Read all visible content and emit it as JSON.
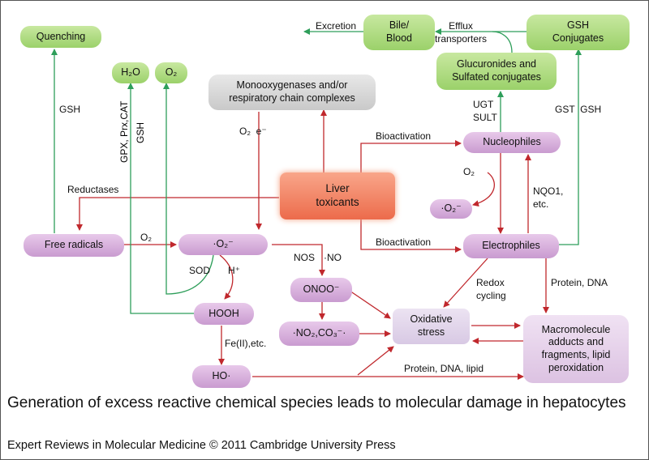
{
  "nodes": {
    "quenching": "Quenching",
    "h2o": "H₂O",
    "o2": "O₂",
    "monooxygenases": "Monooxygenases and/or\nrespiratory chain complexes",
    "bile_blood": "Bile/\nBlood",
    "gsh_conjugates": "GSH\nConjugates",
    "glucuronides": "Glucuronides and\nSulfated conjugates",
    "nucleophiles": "Nucleophiles",
    "liver_toxicants": "Liver\ntoxicants",
    "superoxide_small": "·O₂⁻",
    "free_radicals": "Free radicals",
    "superoxide": "·O₂⁻",
    "electrophiles": "Electrophiles",
    "oonoo": "ONOO⁻",
    "hooh": "HOOH",
    "no2_co3": "·NO₂,CO₃⁻·",
    "oxidative_stress": "Oxidative\nstress",
    "macromolecule": "Macromolecule\nadducts and\nfragments, lipid\nperoxidation",
    "ho": "HO·"
  },
  "labels": {
    "excretion": "Excretion",
    "efflux": "Efflux\ntransporters",
    "gsh_quench": "GSH",
    "gpx": "GPX, Prx,CAT",
    "gsh_h2o": "GSH",
    "o2_e": "O₂  e⁻",
    "ugt": "UGT\nSULT",
    "gst": "GST  GSH",
    "bioactivation_top": "Bioactivation",
    "reductases": "Reductases",
    "o2_nuc": "O₂",
    "nqo1": "NQO1,\netc.",
    "o2_fr": "O₂",
    "bioactivation_mid": "Bioactivation",
    "sod": "SOD",
    "hplus": "H⁺",
    "nos": "NOS",
    "no": "·NO",
    "redox": "Redox\ncycling",
    "protein_dna": "Protein, DNA",
    "fe": "Fe(II),etc.",
    "protein_dna_lipid": "Protein, DNA, lipid"
  },
  "caption": "Generation of excess reactive chemical species leads to molecular damage in hepatocytes",
  "credit": "Expert Reviews in Molecular Medicine © 2011 Cambridge University Press",
  "colors": {
    "red_arrow": "#c0282d",
    "green_arrow": "#2e9e5a"
  }
}
